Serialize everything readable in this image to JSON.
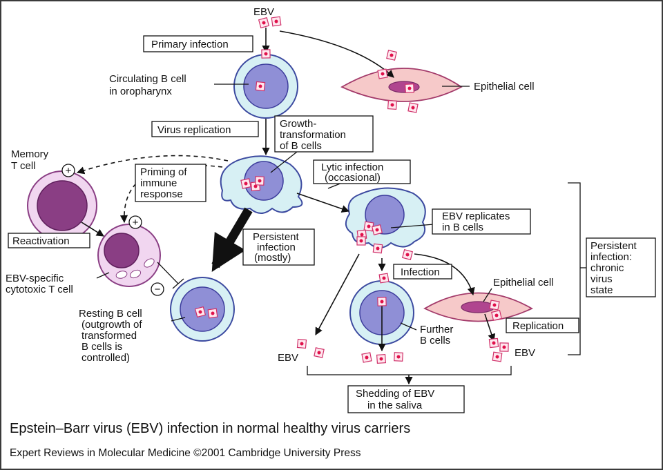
{
  "labels": {
    "ebv_top": "EBV",
    "primary_infection": "Primary infection",
    "circulating_b_cell_1": "Circulating B cell",
    "circulating_b_cell_2": "in oropharynx",
    "epithelial_cell_top": "Epithelial cell",
    "virus_replication": "Virus replication",
    "growth_transformation_1": "Growth-",
    "growth_transformation_2": "transformation",
    "growth_transformation_3": "of B cells",
    "memory_t_cell_1": "Memory",
    "memory_t_cell_2": "T cell",
    "priming_1": "Priming of",
    "priming_2": "immune",
    "priming_3": "response",
    "lytic_1": "Lytic infection",
    "lytic_2": "(occasional)",
    "reactivation": "Reactivation",
    "persistent_mostly_1": "Persistent",
    "persistent_mostly_2": "infection",
    "persistent_mostly_3": "(mostly)",
    "ebv_replicates_1": "EBV replicates",
    "ebv_replicates_2": "in B cells",
    "persistent_chronic_1": "Persistent",
    "persistent_chronic_2": "infection:",
    "persistent_chronic_3": "chronic",
    "persistent_chronic_4": "virus",
    "persistent_chronic_5": "state",
    "ebv_specific_1": "EBV-specific",
    "ebv_specific_2": "cytotoxic T cell",
    "infection": "Infection",
    "epithelial_cell_bottom": "Epithelial cell",
    "resting_1": "Resting B cell",
    "resting_2": "(outgrowth of",
    "resting_3": "transformed",
    "resting_4": "B cells is",
    "resting_5": "controlled)",
    "replication": "Replication",
    "further_1": "Further",
    "further_2": "B cells",
    "ebv_left": "EBV",
    "ebv_right": "EBV",
    "shedding_1": "Shedding of EBV",
    "shedding_2": "in the saliva",
    "plus_top": "+",
    "plus_mid": "+",
    "minus": "−"
  },
  "caption": "Epstein–Barr virus (EBV) infection in normal healthy virus carriers",
  "source": "Expert Reviews in Molecular Medicine ©2001 Cambridge University Press",
  "colors": {
    "b_cell_fill": "#d7f0f4",
    "b_cell_stroke": "#3c4aa0",
    "nucleus_fill": "#8f8fd6",
    "epithelial_fill": "#f6c9c9",
    "epithelial_nucleus": "#b0458f",
    "t_cell_fill": "#f1d6f0",
    "t_cell_nucleus": "#8a3e84",
    "virion_fill": "#ffe7ee",
    "virion_stroke": "#d0316a",
    "virion_core": "#e0104a"
  }
}
